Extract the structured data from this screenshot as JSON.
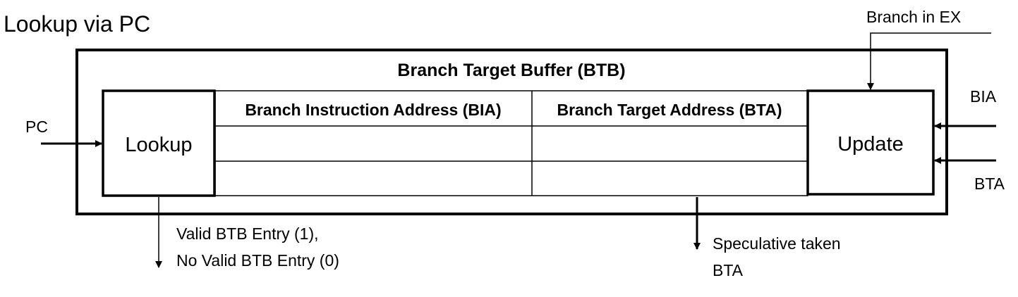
{
  "title": "Lookup via PC",
  "btb": {
    "label": "Branch Target Buffer (BTB)",
    "table": {
      "headers": [
        "Branch Instruction Address (BIA)",
        "Branch Target Address (BTA)"
      ],
      "rows": [
        [
          "",
          ""
        ],
        [
          "",
          ""
        ]
      ]
    }
  },
  "lookup_box": {
    "label": "Lookup"
  },
  "update_box": {
    "label": "Update"
  },
  "inputs": {
    "pc": "PC",
    "branch_in_ex": "Branch in EX",
    "bia": "BIA",
    "bta": "BTA"
  },
  "outputs": {
    "valid_line1": "Valid BTB Entry (1),",
    "valid_line2": "No Valid BTB Entry (0)",
    "spec_line1": "Speculative taken",
    "spec_line2": "BTA"
  }
}
